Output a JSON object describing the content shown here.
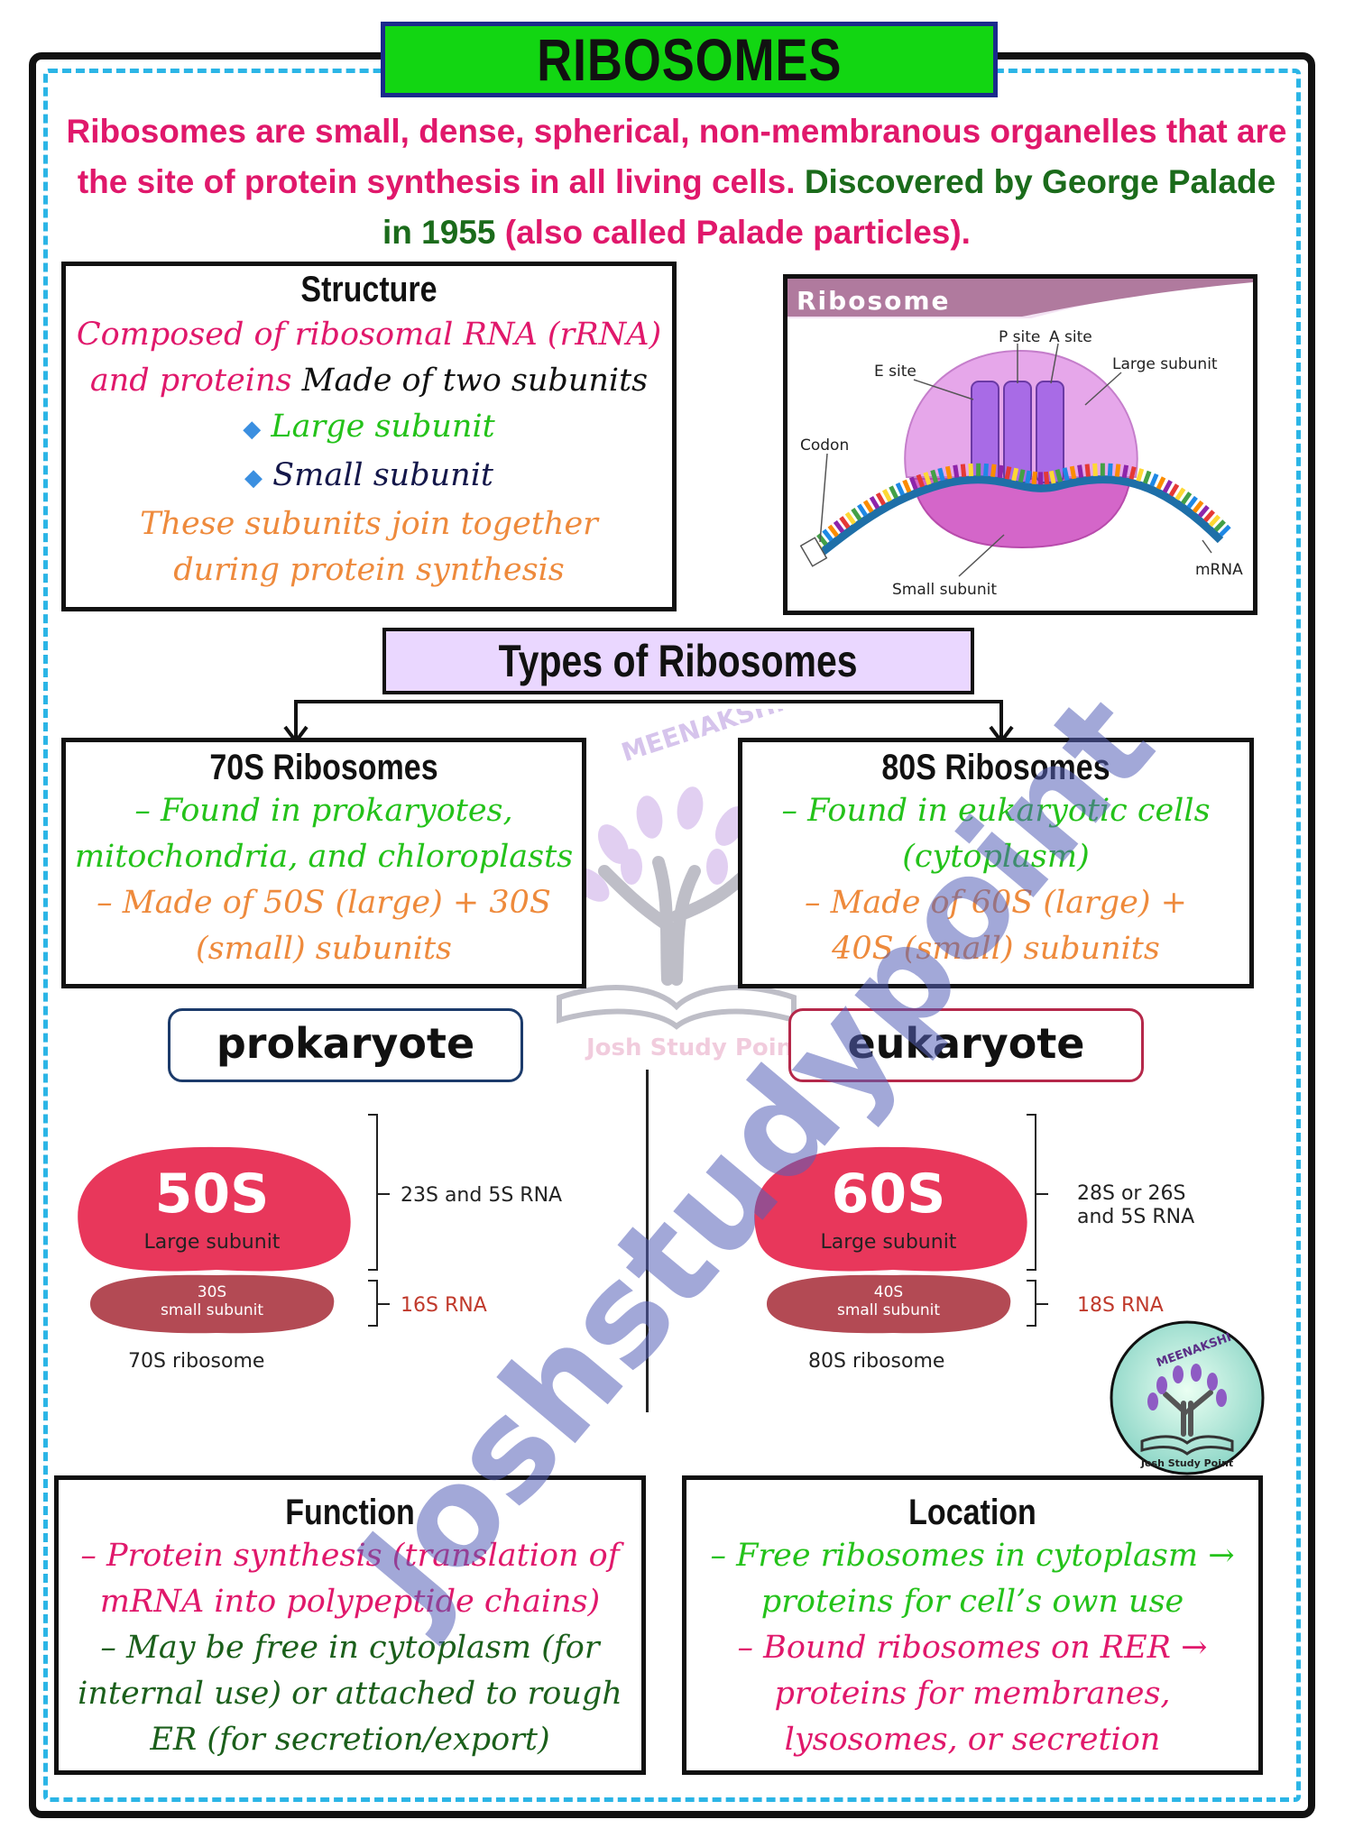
{
  "title": "RIBOSOMES",
  "intro": {
    "part1": "Ribosomes are small, dense, spherical, non-membranous organelles that are the site of protein synthesis in all living cells.",
    "part2": "Discovered by George Palade in 1955",
    "part3": "(also called Palade particles)."
  },
  "structure": {
    "heading": "Structure",
    "line1a": "Composed of ribosomal RNA (rRNA) and proteins",
    "line1b": "Made of two subunits",
    "bullet1": "Large subunit",
    "bullet2": "Small subunit",
    "note": "These subunits join together during protein synthesis"
  },
  "diagram": {
    "header": "Ribosome",
    "labels": {
      "p_site": "P site",
      "a_site": "A site",
      "e_site": "E site",
      "large_subunit": "Large subunit",
      "codon": "Codon",
      "mrna": "mRNA",
      "small_subunit": "Small subunit"
    }
  },
  "types": {
    "heading": "Types of Ribosomes",
    "r70": {
      "heading": "70S Ribosomes",
      "found": "– Found in prokaryotes, mitochondria, and chloroplasts",
      "made": "– Made of 50S (large) + 30S (small) subunits"
    },
    "r80": {
      "heading": "80S Ribosomes",
      "found": "– Found in eukaryotic cells (cytoplasm)",
      "made": "– Made of 60S (large) + 40S (small) subunits"
    }
  },
  "comparison": {
    "prokaryote": {
      "label": "prokaryote",
      "large_value": "50S",
      "large_label": "Large subunit",
      "small_value": "30S",
      "small_label": "small subunit",
      "large_rna": "23S and 5S RNA",
      "small_rna": "16S RNA",
      "caption": "70S ribosome"
    },
    "eukaryote": {
      "label": "eukaryote",
      "large_value": "60S",
      "large_label": "Large subunit",
      "small_value": "40S",
      "small_label": "small subunit",
      "large_rna_1": "28S or 26S",
      "large_rna_2": "and 5S RNA",
      "small_rna": "18S RNA",
      "caption": "80S ribosome"
    }
  },
  "function": {
    "heading": "Function",
    "line1": "– Protein synthesis (translation of mRNA into polypeptide chains)",
    "line2": "– May be free in cytoplasm (for internal use) or attached to rough ER (for secretion/export)"
  },
  "location": {
    "heading": "Location",
    "line1": "– Free ribosomes in cytoplasm → proteins for cell’s own use",
    "line2": "– Bound ribosomes on RER → proteins for membranes, lysosomes, or secretion"
  },
  "watermarks": {
    "main": "Joshstudypoint",
    "logo_top": "MEENAKSHI",
    "logo_bottom": "Josh Study Point"
  },
  "colors": {
    "title_bg": "#12d612",
    "pink": "#e0186b",
    "green": "#24c21a",
    "orange": "#ee8a3c",
    "dark_green": "#1b5f1b",
    "frame_dash": "#2bb5e6",
    "types_bg": "#ead7ff",
    "subunit_large": "#e8375b",
    "subunit_small": "#b34a54"
  }
}
